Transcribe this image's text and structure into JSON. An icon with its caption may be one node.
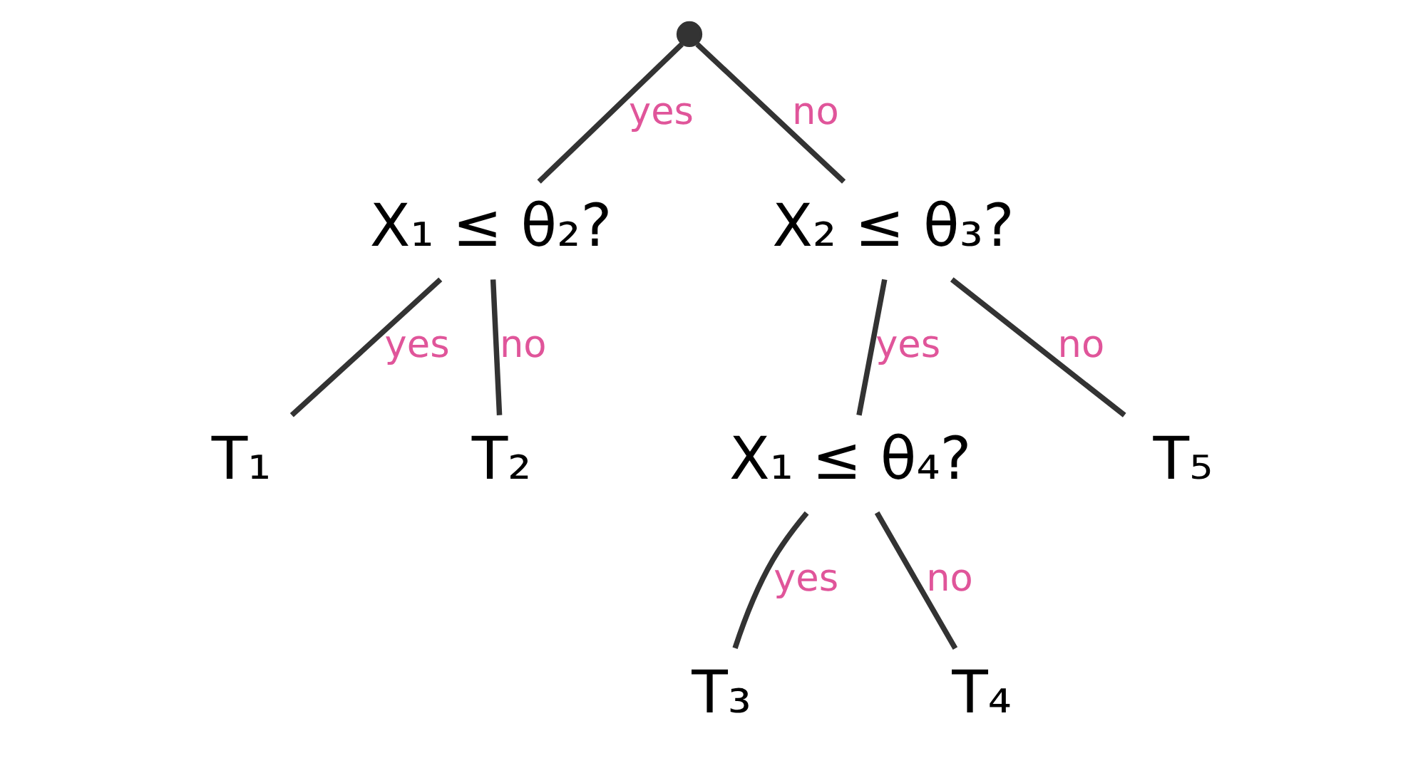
{
  "diagram": {
    "nodes": [
      {
        "text": [],
        "shape": "point"
      },
      {
        "text": [
          "X₁ ≤ θ₂?"
        ]
      },
      {
        "text": [
          "T₁"
        ]
      },
      {
        "text": [
          "T₂"
        ]
      },
      {
        "text": [
          "X₂ ≤ θ₃?"
        ]
      },
      {
        "text": [
          "X₁ ≤ θ₄?"
        ]
      },
      {
        "text": [
          "T₃"
        ]
      },
      {
        "text": [
          "T₄"
        ]
      },
      {
        "text": [
          "T₅"
        ]
      }
    ],
    "edges": [
      {
        "from": 0,
        "to": 1,
        "arrow": "none",
        "label": "yes"
      },
      {
        "from": 0,
        "to": 4,
        "arrow": "none",
        "label": "no"
      },
      {
        "from": 1,
        "to": 2,
        "arrow": "none",
        "label": "yes"
      },
      {
        "from": 1,
        "to": 3,
        "arrow": "none",
        "label": "no"
      },
      {
        "from": 4,
        "to": 5,
        "arrow": "none",
        "label": "yes"
      },
      {
        "from": 4,
        "to": 8,
        "arrow": "none",
        "label": "no"
      },
      {
        "from": 5,
        "to": 6,
        "arrow": "none",
        "label": "yes"
      },
      {
        "from": 5,
        "to": 7,
        "arrow": "none",
        "label": "no"
      }
    ]
  }
}
